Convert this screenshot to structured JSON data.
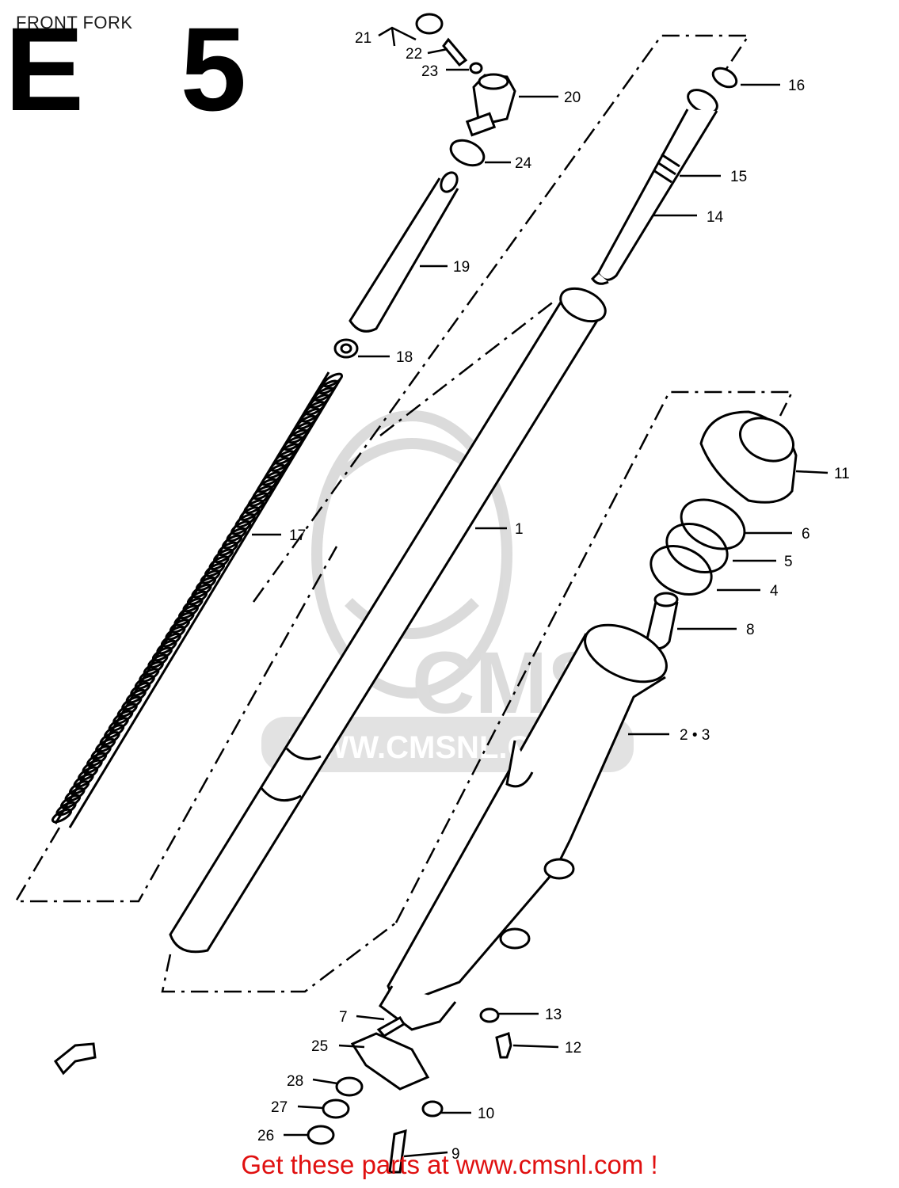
{
  "header": {
    "title": "FRONT FORK",
    "section_code": "E 5"
  },
  "watermark": {
    "logo_text": "CMS",
    "url_text": "WWW.CMSNL.COM"
  },
  "callouts": {
    "p1": "1",
    "p2_3": "2 • 3",
    "p4": "4",
    "p5": "5",
    "p6": "6",
    "p7": "7",
    "p8": "8",
    "p9": "9",
    "p10": "10",
    "p11": "11",
    "p12": "12",
    "p13": "13",
    "p14": "14",
    "p15": "15",
    "p16": "16",
    "p17": "17",
    "p18": "18",
    "p19": "19",
    "p20": "20",
    "p21": "21",
    "p22": "22",
    "p23": "23",
    "p24": "24",
    "p25": "25",
    "p26": "26",
    "p27": "27",
    "p28": "28"
  },
  "footer": {
    "cta": "Get these parts at www.cmsnl.com !"
  },
  "colors": {
    "line": "#000000",
    "watermark": "#d8d8d8",
    "cta": "#e01010"
  }
}
